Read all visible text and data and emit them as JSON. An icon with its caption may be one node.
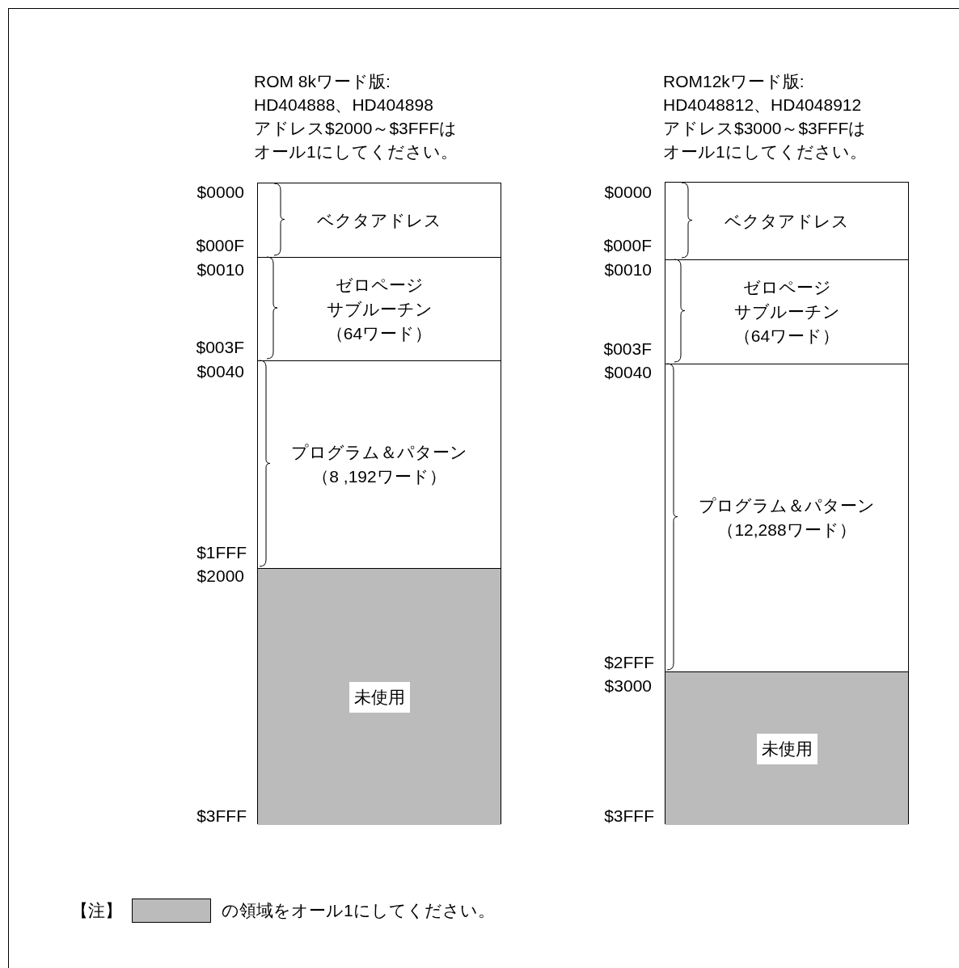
{
  "diagram": {
    "nodes": [
      {
        "text": [
          "ROM 8kワード版:HD404888、HD404898アドレス$2000～$3FFFはオール1にしてください。"
        ]
      },
      {
        "text": [
          "ベクタアドレス"
        ],
        "in": 0
      },
      {
        "text": [
          "ゼロページサブルーチン（64ワード）"
        ],
        "in": 0
      },
      {
        "text": [
          "プログラム＆パターン（8 ,192ワード）"
        ],
        "in": 0
      },
      {
        "text": [
          "未使用"
        ],
        "in": 0
      },
      {
        "text": [
          "ROM12kワード版:HD4048812、HD4048912アドレス$3000～$3FFFはオール1にしてください。"
        ]
      },
      {
        "text": [
          "ベクタアドレス"
        ],
        "in": 5
      },
      {
        "text": [
          "ゼロページサブルーチン（64ワード）"
        ],
        "in": 5
      },
      {
        "text": [
          "プログラム＆パターン（12,288ワード）"
        ],
        "in": 5
      },
      {
        "text": [
          "未使用"
        ],
        "in": 5
      }
    ],
    "edges": [],
    "labels": [
      "$0000",
      "$000F",
      "$0010",
      "$003F",
      "$0040",
      "$1FFF",
      "$2000",
      "$3FFF",
      "$0000",
      "$000F",
      "$0010",
      "$003F",
      "$0040",
      "$2FFF",
      "$3000",
      "$3FFF",
      "【注】"
    ],
    "legend": [
      {
        "text": "の領域をオール1にしてください。",
        "color": "#bbbbbb"
      }
    ]
  }
}
